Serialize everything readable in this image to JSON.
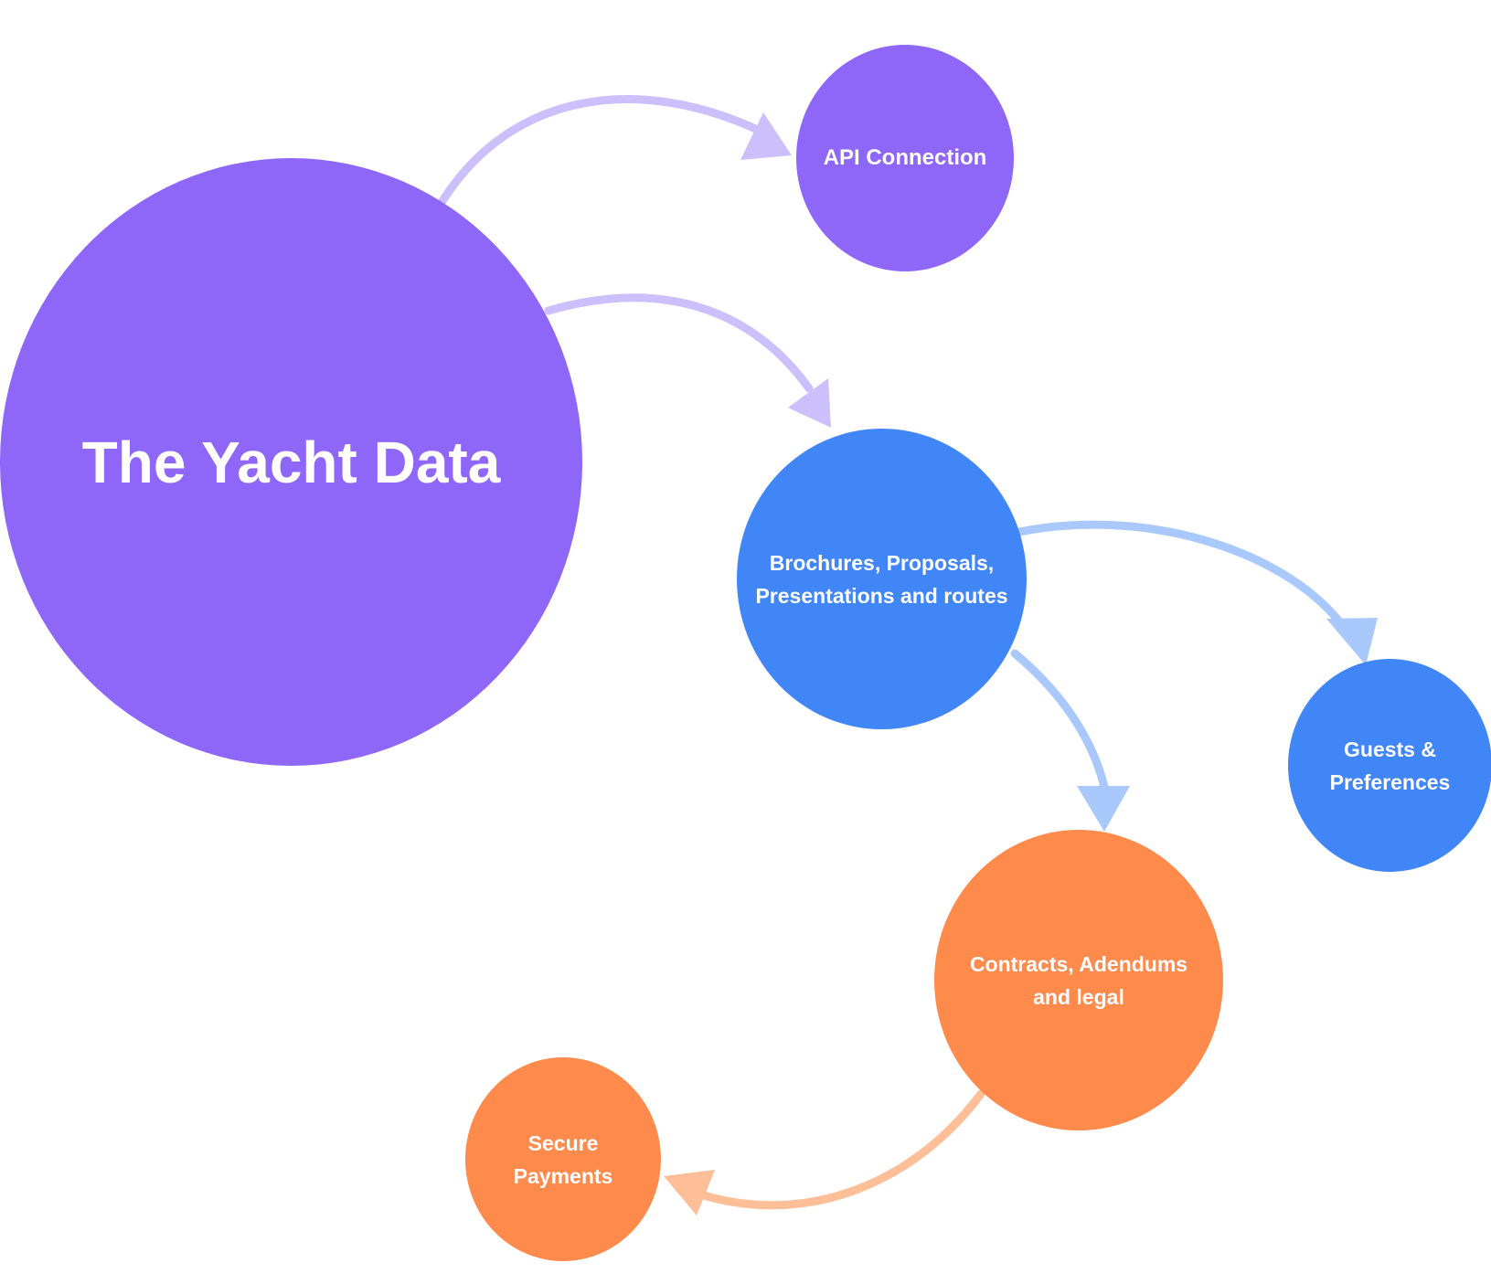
{
  "diagram": {
    "nodes": {
      "yacht": {
        "label": "The Yacht Data",
        "color": "#8e66f8"
      },
      "api": {
        "label": "API Connection",
        "color": "#8e66f8"
      },
      "brochures": {
        "label": "Brochures, Proposals, Presentations and routes",
        "color": "#4186f7"
      },
      "guests": {
        "label": "Guests & Preferences",
        "color": "#4186f7"
      },
      "contracts": {
        "label": "Contracts, Adendums and legal",
        "color": "#fe8a4c"
      },
      "payments": {
        "label": "Secure Payments",
        "color": "#fe8a4c"
      }
    },
    "edges": [
      {
        "from": "The Yacht Data",
        "to": "API Connection",
        "color": "#cbbffc"
      },
      {
        "from": "The Yacht Data",
        "to": "Brochures, Proposals, Presentations and routes",
        "color": "#cbbffc"
      },
      {
        "from": "Brochures, Proposals, Presentations and routes",
        "to": "Guests & Preferences",
        "color": "#a9c9fd"
      },
      {
        "from": "Brochures, Proposals, Presentations and routes",
        "to": "Contracts, Adendums and legal",
        "color": "#a9c9fd"
      },
      {
        "from": "Contracts, Adendums and legal",
        "to": "Secure Payments",
        "color": "#fdbe98"
      }
    ]
  }
}
